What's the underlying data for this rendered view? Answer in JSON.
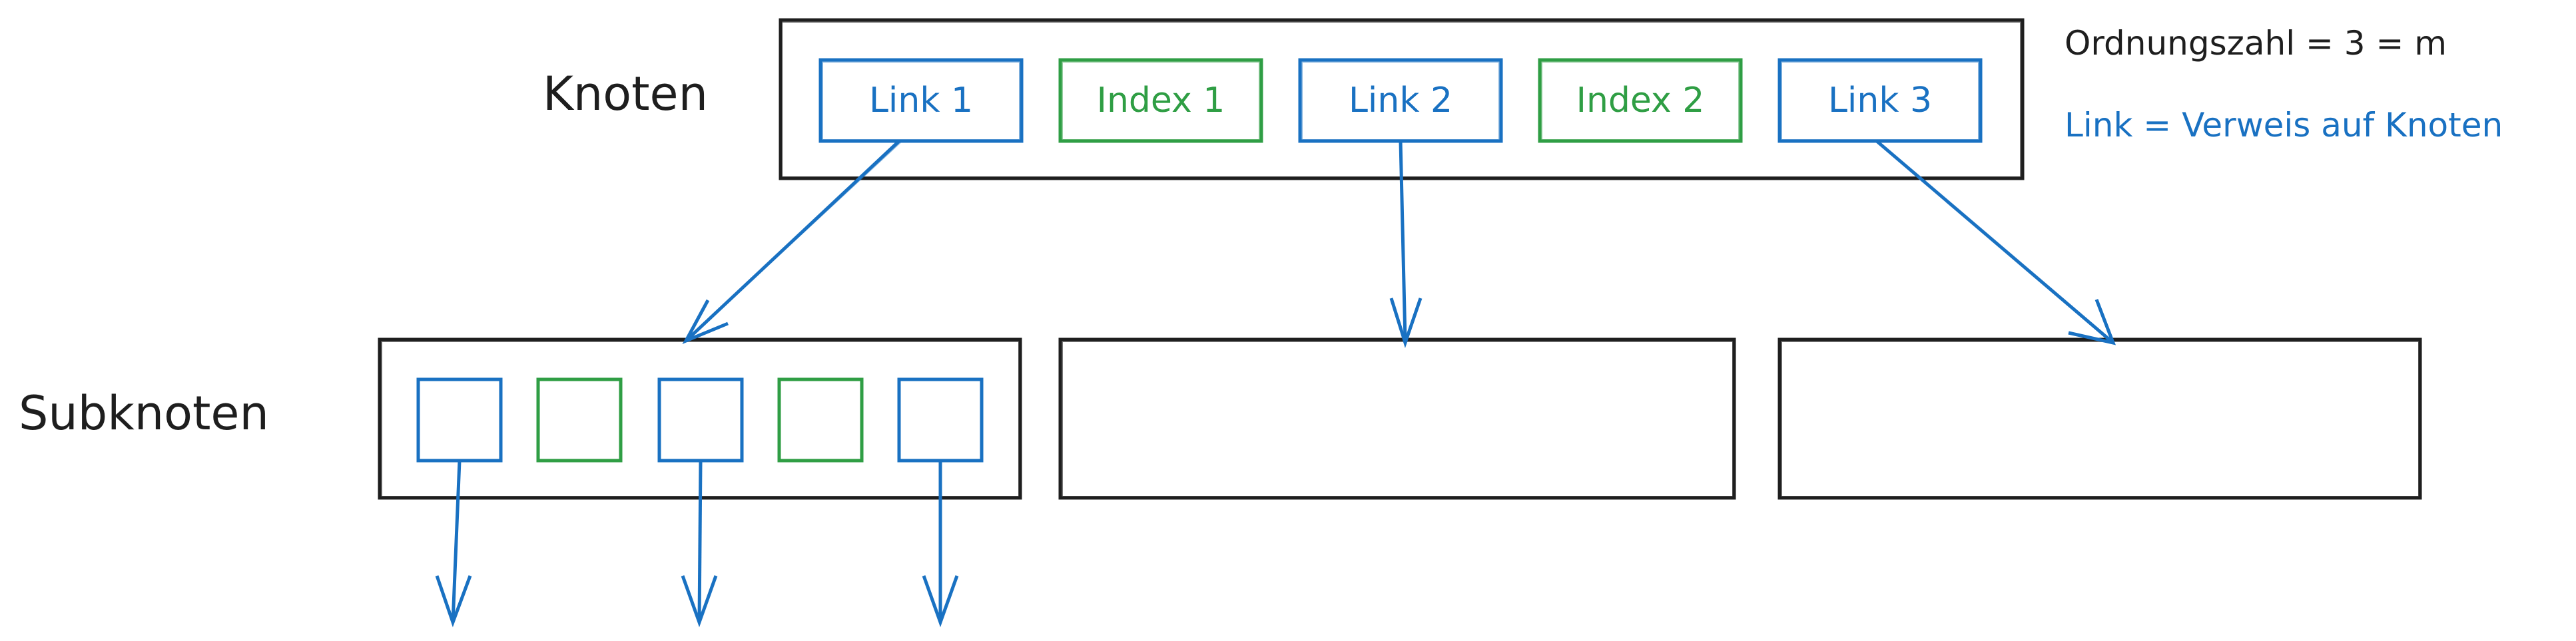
{
  "colors": {
    "ink": "#1e1e1e",
    "link": "#1971c2",
    "index": "#2f9e44",
    "background": "#ffffff"
  },
  "labels": {
    "knoten": "Knoten",
    "subknoten": "Subknoten"
  },
  "top_node": {
    "cells": [
      {
        "kind": "link",
        "text": "Link 1"
      },
      {
        "kind": "index",
        "text": "Index 1"
      },
      {
        "kind": "link",
        "text": "Link 2"
      },
      {
        "kind": "index",
        "text": "Index 2"
      },
      {
        "kind": "link",
        "text": "Link 3"
      }
    ]
  },
  "subnode_cells": [
    {
      "kind": "link"
    },
    {
      "kind": "index"
    },
    {
      "kind": "link"
    },
    {
      "kind": "index"
    },
    {
      "kind": "link"
    }
  ],
  "notes": {
    "order": "Ordnungszahl = 3 = m",
    "link_def": "Link = Verweis auf Knoten"
  }
}
